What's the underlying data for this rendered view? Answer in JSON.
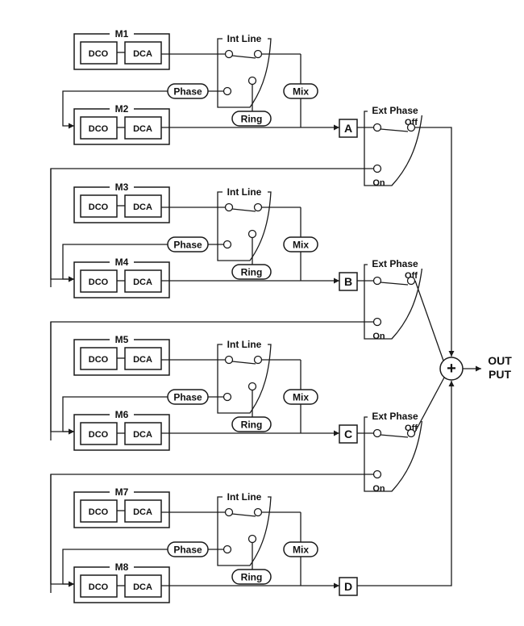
{
  "labels": {
    "dco": "DCO",
    "dca": "DCA",
    "int_line": "Int Line",
    "phase": "Phase",
    "mix": "Mix",
    "ring": "Ring",
    "ext_phase": "Ext Phase",
    "off": "Off",
    "on": "On",
    "sum_symbol": "+",
    "out_1": "OUT",
    "out_2": "PUT"
  },
  "groups": [
    {
      "top": "M1",
      "bottom": "M2",
      "channel": "A",
      "ext_phase": true
    },
    {
      "top": "M3",
      "bottom": "M4",
      "channel": "B",
      "ext_phase": true
    },
    {
      "top": "M5",
      "bottom": "M6",
      "channel": "C",
      "ext_phase": true
    },
    {
      "top": "M7",
      "bottom": "M8",
      "channel": "D",
      "ext_phase": false
    }
  ]
}
